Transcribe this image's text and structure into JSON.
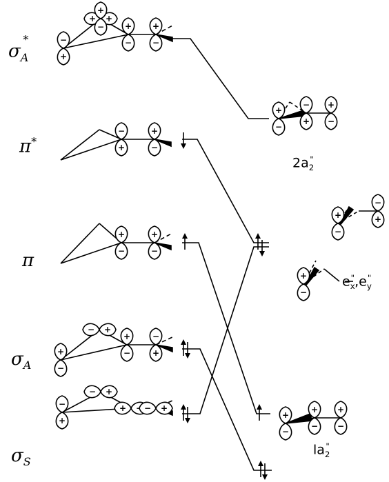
{
  "orbitals": {
    "sigma_a_star": {
      "symbol": "σ",
      "subscript": "A",
      "superscript": "*"
    },
    "pi_star": {
      "symbol": "π",
      "superscript": "*"
    },
    "pi": {
      "symbol": "π"
    },
    "sigma_a": {
      "symbol": "σ",
      "subscript": "A"
    },
    "sigma_s": {
      "symbol": "σ",
      "subscript": "S"
    }
  },
  "symmetry_labels": {
    "two_a2": {
      "prefix": "2a",
      "subscript": "2",
      "superscript": "\""
    },
    "e_pair": {
      "e1": "e",
      "sup1": "\"",
      "sub1": "x",
      "sep": ",",
      "e2": "e",
      "sup2": "\"",
      "sub2": "y"
    },
    "one_a2": {
      "prefix": "la",
      "subscript": "2",
      "superscript": "\""
    }
  },
  "phase_signs": {
    "plus": "+",
    "minus": "−"
  }
}
